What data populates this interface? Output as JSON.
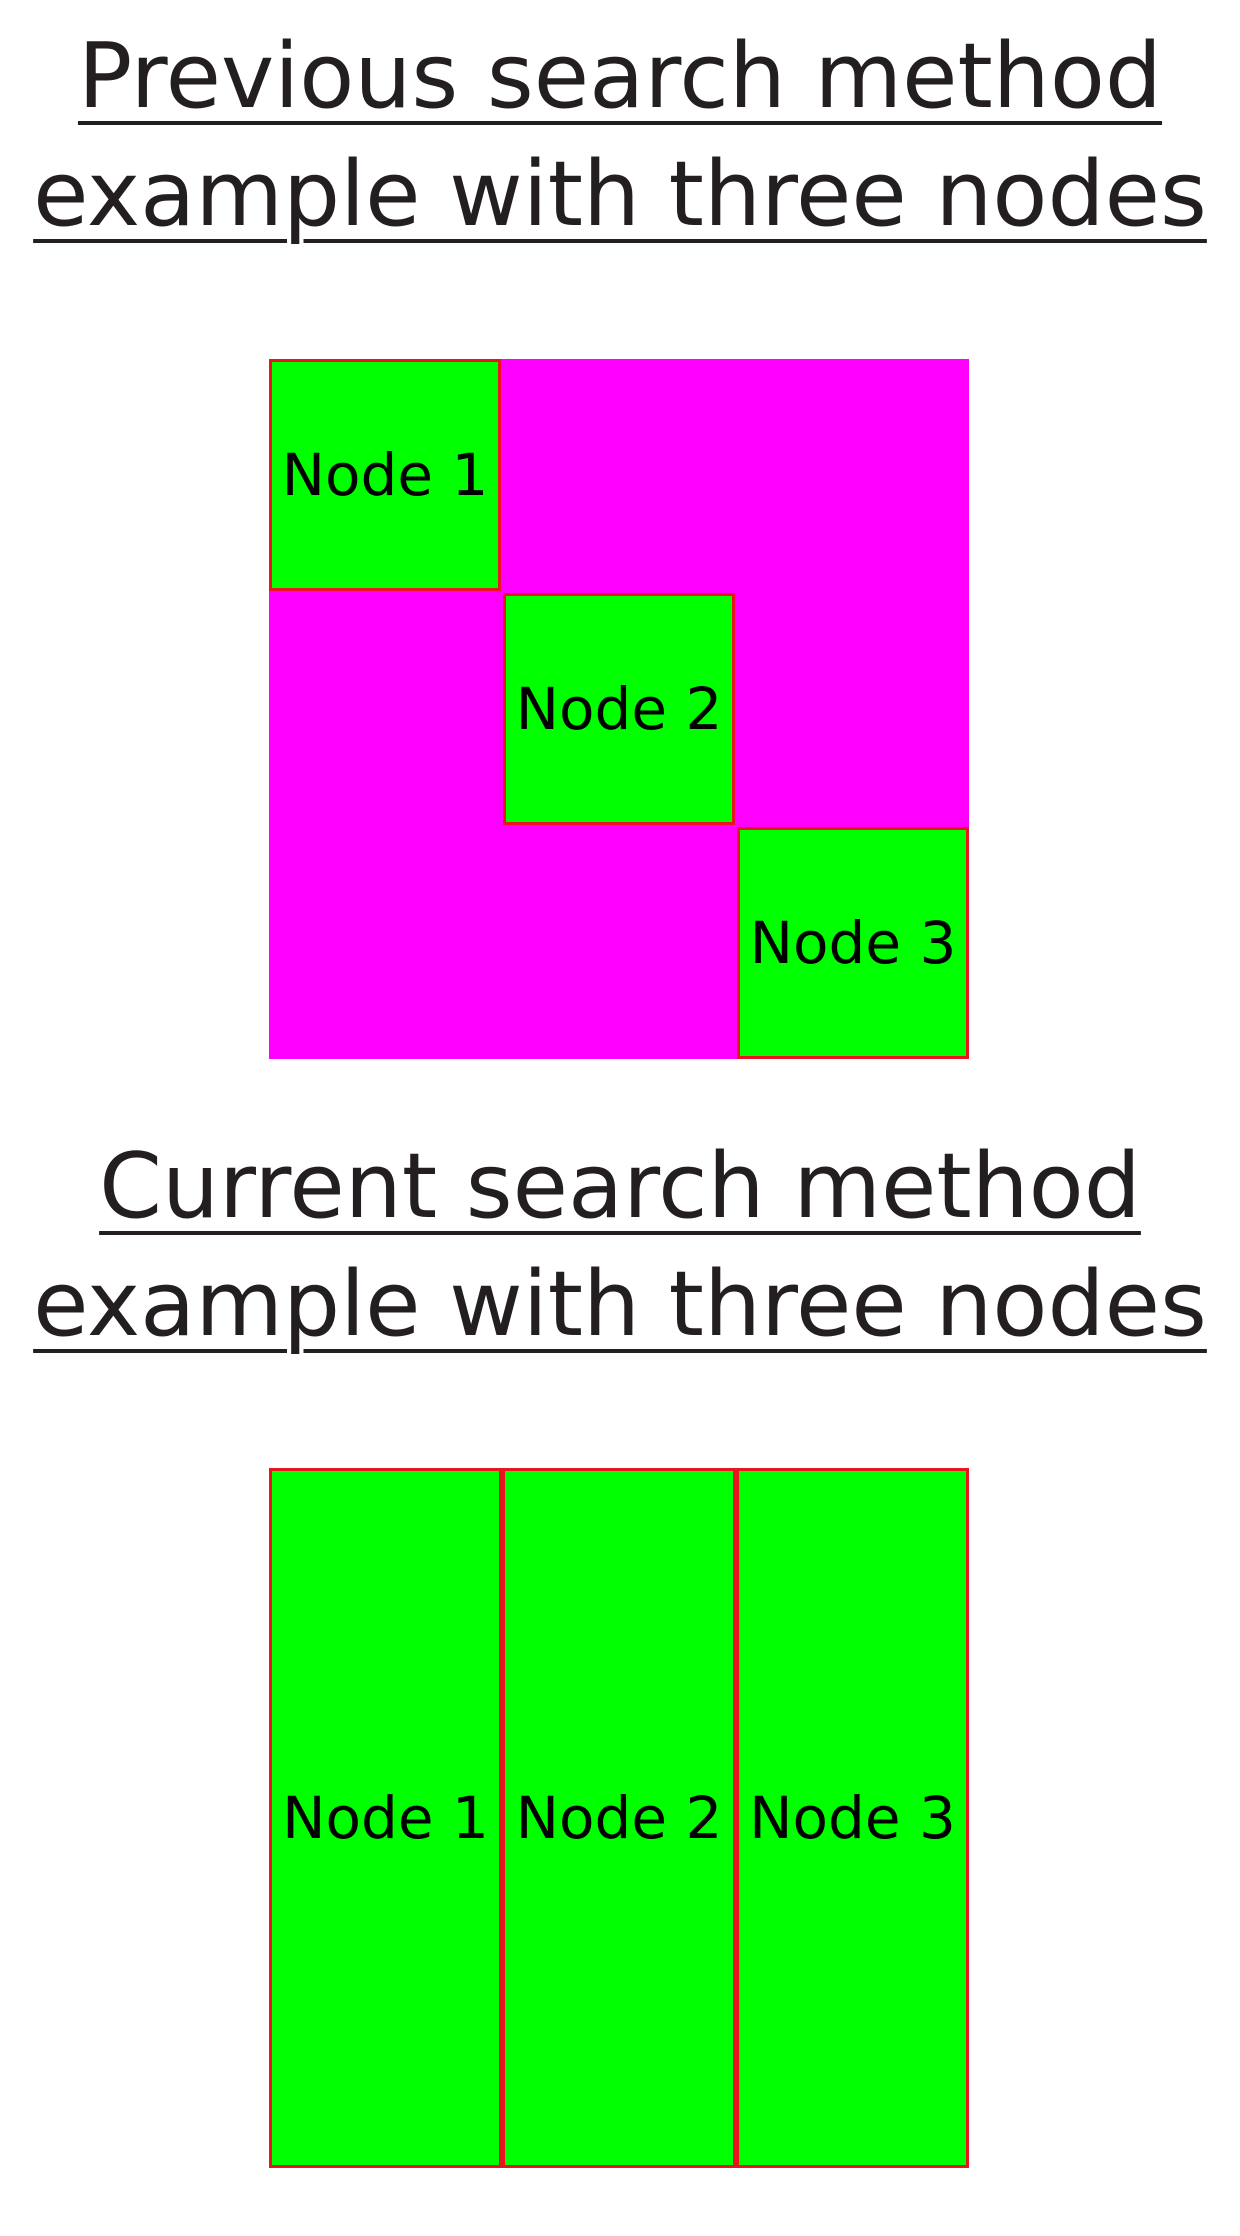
{
  "colors": {
    "node_fill": "#00ff00",
    "node_border": "#e8141e",
    "background_region": "#ff00ff",
    "heading_text": "#231f20",
    "node_text": "#000000"
  },
  "previous": {
    "title_line1": "Previous search method",
    "title_line2": "example with three nodes",
    "nodes": [
      {
        "label": "Node 1"
      },
      {
        "label": "Node 2"
      },
      {
        "label": "Node 3"
      }
    ]
  },
  "current": {
    "title_line1": "Current search method",
    "title_line2": "example with three nodes",
    "nodes": [
      {
        "label": "Node 1"
      },
      {
        "label": "Node 2"
      },
      {
        "label": "Node 3"
      }
    ]
  }
}
